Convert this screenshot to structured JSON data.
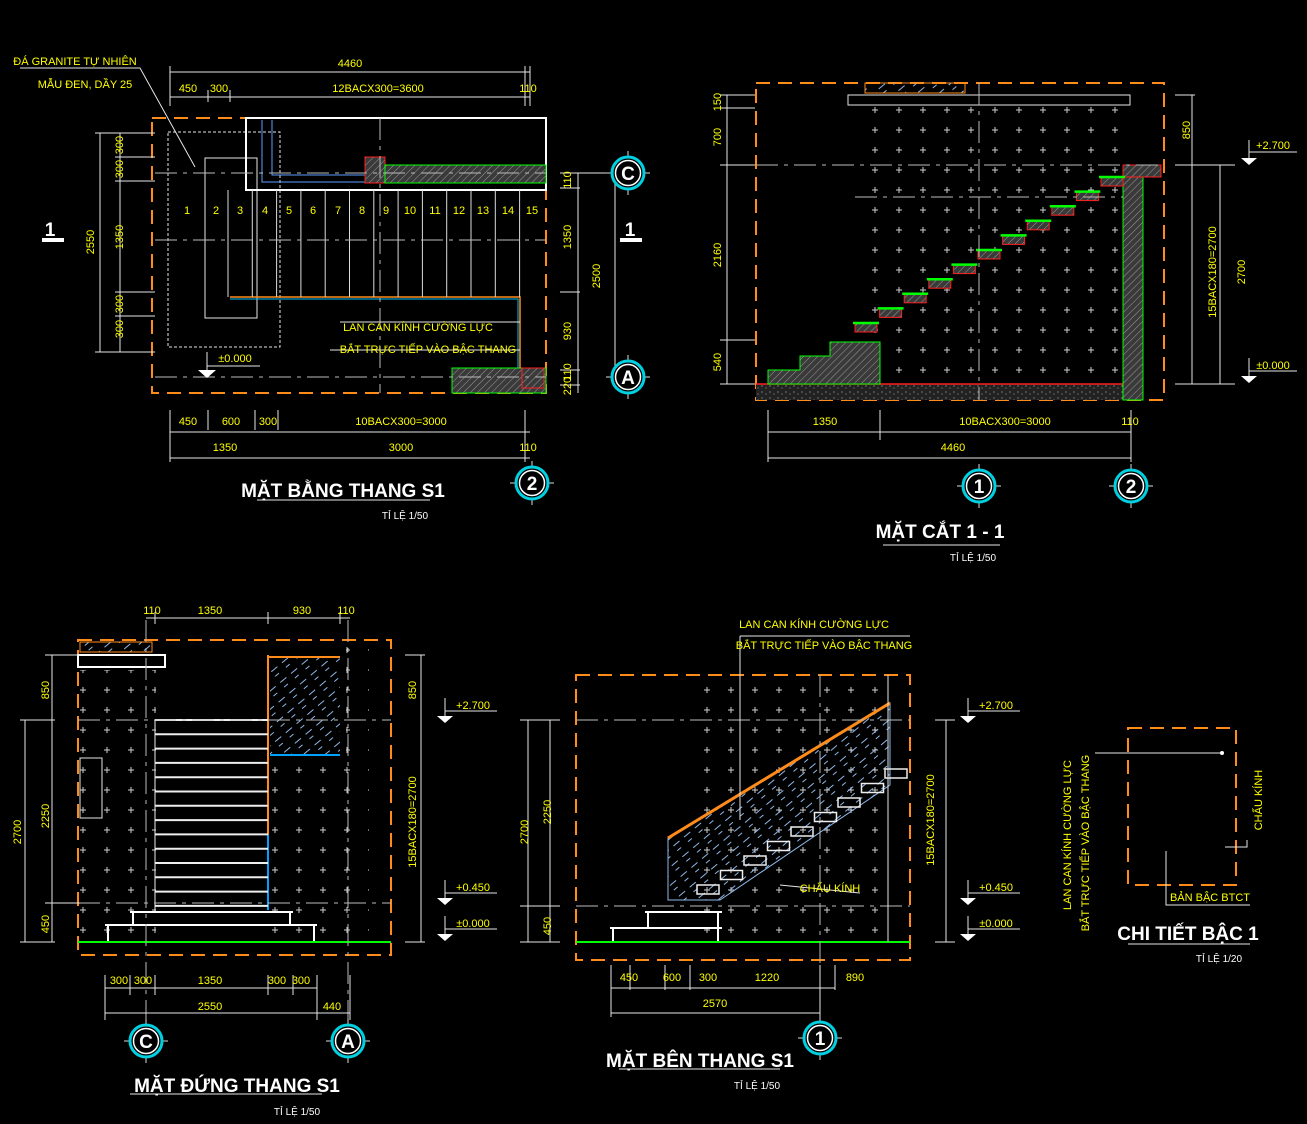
{
  "colors": {
    "text": "#ffff00",
    "dashed_outline": "#ff8c1a",
    "tread": "#00ff00",
    "section_cut": "#ff2020",
    "grid_bubble": "#00d0e0",
    "glass": "#8fb8e8"
  },
  "plan": {
    "title": "MẶT BẰNG THANG S1",
    "scale": "TỈ LỆ 1/50",
    "note": [
      "ĐÁ GRANITE TỰ NHIÊN",
      "MẪU ĐEN, DẦY 25"
    ],
    "railing_note": [
      "LAN CAN KÍNH CƯỜNG LỰC",
      "BẮT TRỰC TIẾP VÀO BẬC THANG"
    ],
    "top_dims": [
      "4460",
      "450",
      "300",
      "12BACX300=3600",
      "110"
    ],
    "left_dims": [
      "2550",
      "300",
      "300",
      "1350",
      "300",
      "300"
    ],
    "right_dims": [
      "110",
      "1350",
      "930",
      "110",
      "220",
      "2500"
    ],
    "bottom_dims": [
      "450",
      "600",
      "300",
      "10BACX300=3000",
      "1350",
      "3000",
      "110"
    ],
    "steps": [
      "1",
      "2",
      "3",
      "4",
      "5",
      "6",
      "7",
      "8",
      "9",
      "10",
      "11",
      "12",
      "13",
      "14",
      "15"
    ],
    "section_marks": [
      "1",
      "1"
    ],
    "grids": [
      "C",
      "A",
      "2"
    ],
    "level": "±0.000"
  },
  "section": {
    "title": "MẶT CẮT 1 - 1",
    "scale": "TỈ LỆ 1/50",
    "left_dims": [
      "150",
      "700",
      "2160",
      "540"
    ],
    "right_dims": [
      "850",
      "15BACX180=2700",
      "2700"
    ],
    "bottom_dims": [
      "1350",
      "10BACX300=3000",
      "110",
      "4460"
    ],
    "levels": [
      "+2.700",
      "±0.000"
    ],
    "grids": [
      "1",
      "2"
    ]
  },
  "front": {
    "title": "MẶT ĐỨNG THANG S1",
    "scale": "TỈ LỆ 1/50",
    "top_dims": [
      "110",
      "1350",
      "930",
      "110"
    ],
    "left_dims": [
      "2700",
      "850",
      "2250",
      "450"
    ],
    "right_dims": [
      "850",
      "15BACX180=2700"
    ],
    "bottom_dims": [
      "300",
      "300",
      "1350",
      "300",
      "300",
      "2550",
      "440"
    ],
    "levels": [
      "+2.700",
      "+0.450",
      "±0.000"
    ],
    "grids": [
      "C",
      "A"
    ]
  },
  "side": {
    "title": "MẶT BÊN THANG S1",
    "scale": "TỈ LỆ 1/50",
    "railing_note": [
      "LAN CAN KÍNH CƯỜNG LỰC",
      "BẮT TRỰC TIẾP VÀO BẬC THANG"
    ],
    "clamp_label": "CHẤU KÍNH",
    "left_dims": [
      "2700",
      "2250",
      "450"
    ],
    "right_dims": [
      "15BACX180=2700"
    ],
    "bottom_dims": [
      "450",
      "600",
      "300",
      "1220",
      "890",
      "2570"
    ],
    "levels": [
      "+2.700",
      "+0.450",
      "±0.000"
    ],
    "grids": [
      "1"
    ]
  },
  "detail": {
    "title": "CHI TIẾT BẬC 1",
    "scale": "TỈ LỆ 1/20",
    "railing_note": [
      "LAN CAN KÍNH CƯỜNG LỰC",
      "BẮT TRỰC TIẾP VÀO BẬC THANG"
    ],
    "clamp_label": "CHẤU KÍNH",
    "slab_label": "BẢN BẬC BTCT"
  }
}
